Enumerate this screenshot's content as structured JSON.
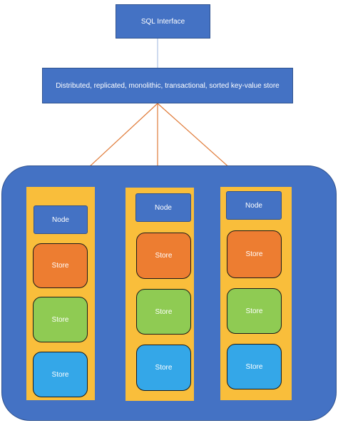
{
  "sql_interface": {
    "label": "SQL Interface"
  },
  "kv_store": {
    "label": "Distributed, replicated, monolithic, transactional, sorted key-value store"
  },
  "columns": [
    {
      "node_label": "Node",
      "stores": [
        "Store",
        "Store",
        "Store"
      ]
    },
    {
      "node_label": "Node",
      "stores": [
        "Store",
        "Store",
        "Store"
      ]
    },
    {
      "node_label": "Node",
      "stores": [
        "Store",
        "Store",
        "Store"
      ]
    }
  ],
  "colors": {
    "blue": "#4472C4",
    "column_yellow": "#F9BE3B",
    "store_orange": "#ED7D31",
    "store_green": "#8FCB53",
    "store_cyan": "#34A7E8",
    "connector_blue": "#9DB4DF",
    "connector_orange": "#E07B39"
  }
}
